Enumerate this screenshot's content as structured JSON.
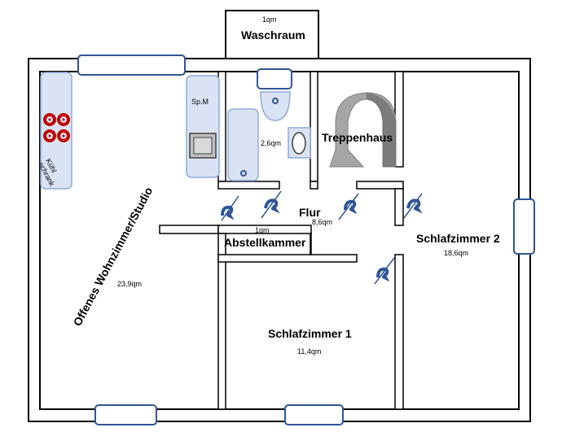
{
  "rooms": {
    "waschraum": {
      "name": "Waschraum",
      "area": "1qm"
    },
    "bad": {
      "area": "2,6qm"
    },
    "treppenhaus": {
      "name": "Treppenhaus"
    },
    "flur": {
      "name": "Flur",
      "area": "8,6qm"
    },
    "abstellkammer": {
      "name": "Abstellkammer",
      "area": "1qm"
    },
    "wohnzimmer": {
      "name": "Offenes Wohnzimmer/Studio",
      "area": "23,9qm"
    },
    "schlafzimmer1": {
      "name": "Schlafzimmer 1",
      "area": "11,4qm"
    },
    "schlafzimmer2": {
      "name": "Schlafzimmer 2",
      "area": "18,6qm"
    }
  },
  "fixtures": {
    "kuehlschrank_line1": "Kühl",
    "kuehlschrank_line2": "schrank",
    "spuelmaschine": "Sp.M"
  },
  "colors": {
    "wall": "#000000",
    "fixture_fill": "#dae3f3",
    "fixture_stroke": "#8faadc",
    "window_stroke": "#2f5597",
    "door_arrow": "#2f5597",
    "hotplate": "#c00000"
  }
}
